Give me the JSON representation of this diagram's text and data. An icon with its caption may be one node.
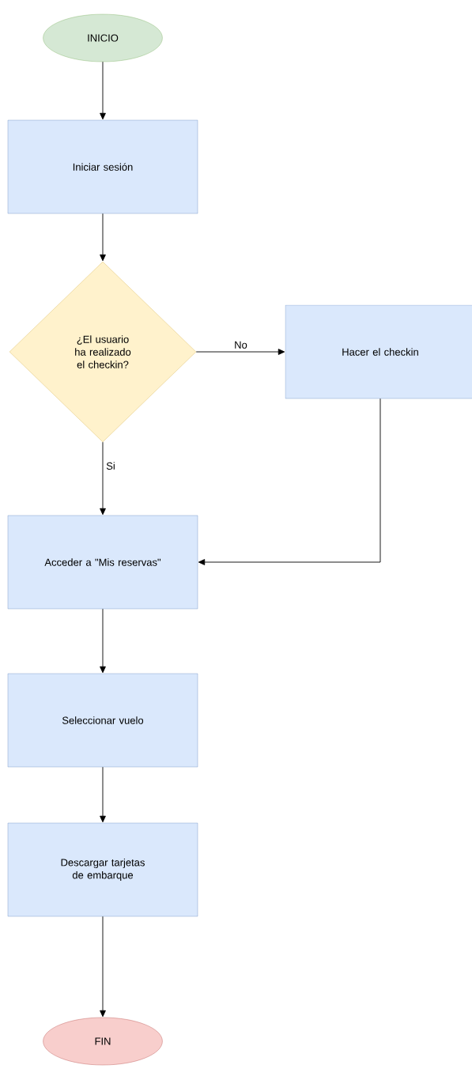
{
  "diagram": {
    "nodes": [
      {
        "text": [
          "INICIO"
        ]
      },
      {
        "text": [
          "Iniciar sesión"
        ]
      },
      {
        "text": [
          "¿El usuario ha realizado el checkin?"
        ]
      },
      {
        "text": [
          "Hacer el checkin"
        ]
      },
      {
        "text": [
          "Acceder a \"Mis reservas\""
        ]
      },
      {
        "text": [
          "Seleccionar vuelo"
        ]
      },
      {
        "text": [
          "Descargar tarjetas de embarque"
        ]
      },
      {
        "text": [
          "FIN"
        ]
      }
    ],
    "edges": [
      {
        "from": 0,
        "to": 1,
        "arrow": "to"
      },
      {
        "from": 1,
        "to": 2,
        "arrow": "to"
      },
      {
        "from": 2,
        "to": 3,
        "arrow": "to",
        "label": "No"
      },
      {
        "from": 2,
        "to": 4,
        "arrow": "to",
        "label": "Si"
      },
      {
        "from": 3,
        "to": 4,
        "arrow": "to"
      },
      {
        "from": 4,
        "to": 5,
        "arrow": "to"
      },
      {
        "from": 5,
        "to": 6,
        "arrow": "to"
      },
      {
        "from": 6,
        "to": 7,
        "arrow": "to"
      }
    ]
  }
}
